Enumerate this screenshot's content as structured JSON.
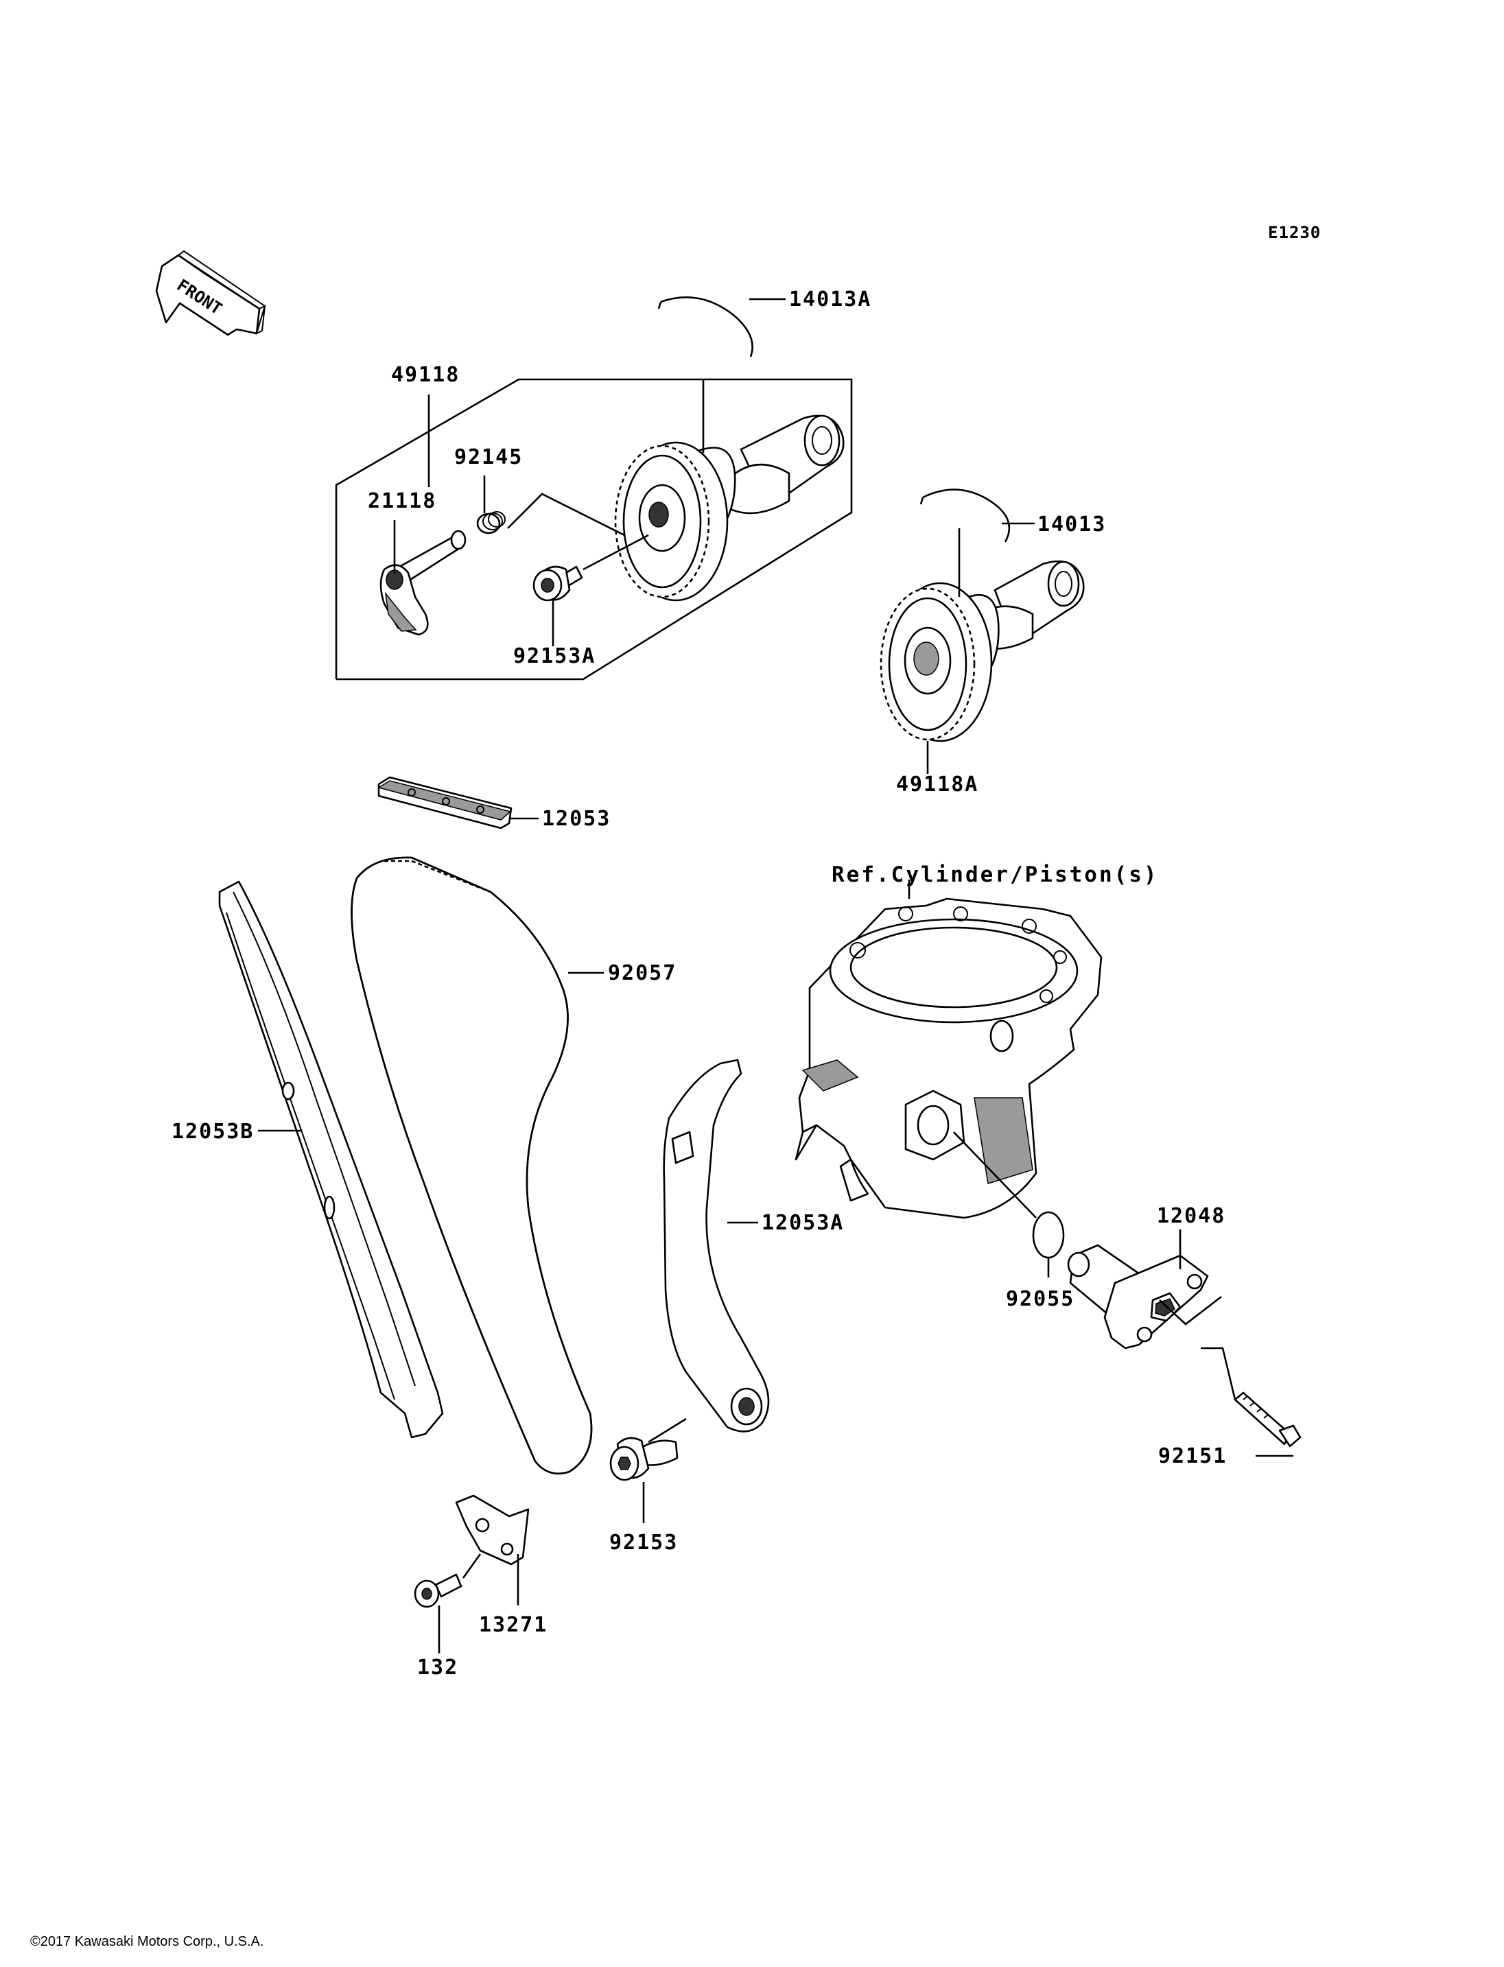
{
  "diagram_code": "E1230",
  "front_label": "FRONT",
  "reference_note": "Ref.Cylinder/Piston(s)",
  "copyright": "©2017 Kawasaki Motors Corp., U.S.A.",
  "parts": [
    {
      "id": "p49118",
      "number": "49118"
    },
    {
      "id": "p14013A",
      "number": "14013A"
    },
    {
      "id": "p92145",
      "number": "92145"
    },
    {
      "id": "p21118",
      "number": "21118"
    },
    {
      "id": "p92153A",
      "number": "92153A"
    },
    {
      "id": "p14013",
      "number": "14013"
    },
    {
      "id": "p49118A",
      "number": "49118A"
    },
    {
      "id": "p12053",
      "number": "12053"
    },
    {
      "id": "p92057",
      "number": "92057"
    },
    {
      "id": "p12053B",
      "number": "12053B"
    },
    {
      "id": "p12053A",
      "number": "12053A"
    },
    {
      "id": "p12048",
      "number": "12048"
    },
    {
      "id": "p92055",
      "number": "92055"
    },
    {
      "id": "p92151",
      "number": "92151"
    },
    {
      "id": "p92153",
      "number": "92153"
    },
    {
      "id": "p13271",
      "number": "13271"
    },
    {
      "id": "p132",
      "number": "132"
    }
  ]
}
